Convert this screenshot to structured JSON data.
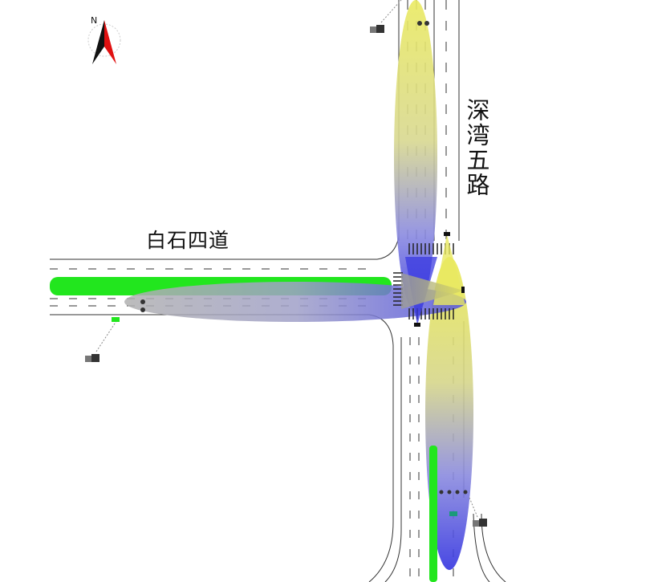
{
  "roads": {
    "east_west_name": "白石四道",
    "north_south_name": "深湾五路"
  },
  "compass": {
    "label": "N"
  },
  "colors": {
    "median_green": "#22e61e",
    "flow_yellow": "#e8e85a",
    "flow_blue": "#4a4ae0",
    "flow_gray": "#9a9a9a",
    "compass_red": "#e01010"
  }
}
